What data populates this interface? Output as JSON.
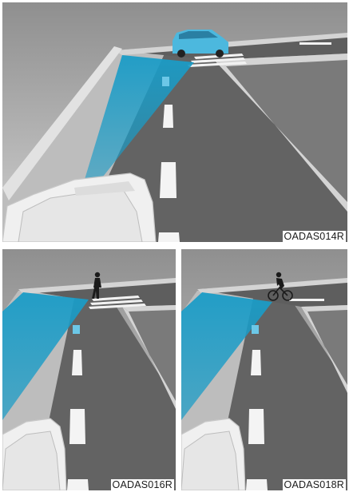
{
  "figures": [
    {
      "code": "OADAS014R",
      "target": "car"
    },
    {
      "code": "OADAS016R",
      "target": "pedestrian"
    },
    {
      "code": "OADAS018R",
      "target": "cyclist"
    }
  ],
  "colors": {
    "sensor_beam": "#1a9cc7",
    "target_car": "#4cb8de",
    "road": "#636363",
    "sidewalk": "#c8c8c8"
  }
}
